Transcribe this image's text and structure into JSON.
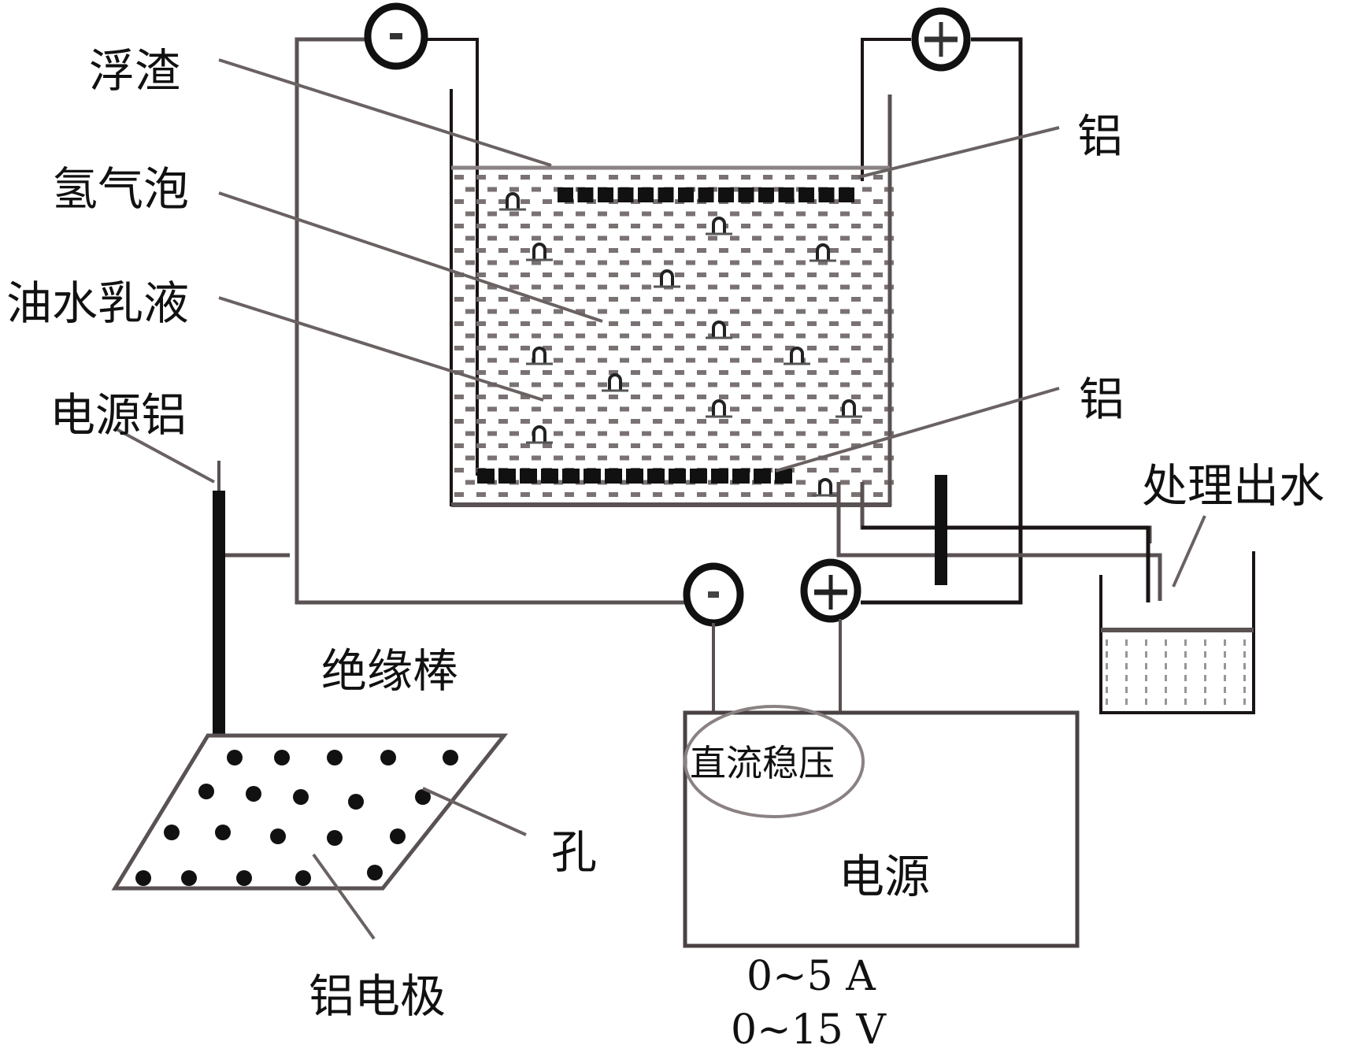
{
  "title": "铝电极电絮凝处理油水乳液装置示意图",
  "labels": {
    "scum": "浮渣",
    "hydrogen_bubbles": "氢气泡",
    "oil_water_emulsion": "油水乳液",
    "power_aluminum": "电源铝",
    "insulating_rod": "绝缘棒",
    "hole": "孔",
    "aluminum_electrode": "铝电极",
    "aluminum_top": "铝",
    "aluminum_bottom": "铝",
    "treated_effluent": "处理出水",
    "dc_regulated": "直流稳压",
    "power_supply": "电源",
    "current_range": "0~5 A",
    "voltage_range": "0~15 V"
  },
  "terminals": {
    "top_left": "−",
    "top_right": "+",
    "bottom_left": "−",
    "bottom_right": "+"
  },
  "colors": {
    "line": "#5a5252",
    "dark": "#1a1414",
    "dash": "#7a7272"
  }
}
